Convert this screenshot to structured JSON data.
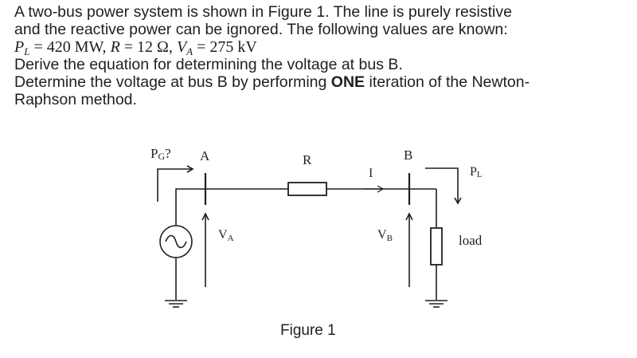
{
  "problem": {
    "line1": "A two-bus power system is shown in Figure 1. The line is purely resistive",
    "line2": "and the reactive power can be ignored. The following values are known:",
    "values": {
      "pl_symbol": "P",
      "pl_sub": "L",
      "pl_value": "= 420 MW,",
      "r_symbol": "R",
      "r_value": "= 12 Ω,",
      "va_symbol": "V",
      "va_sub": "A",
      "va_value": "= 275 kV"
    },
    "line4": "Derive the equation for determining the voltage at bus B.",
    "line5_start": "Determine the voltage at bus B by performing ",
    "line5_bold": "ONE",
    "line5_end": " iteration of the Newton-",
    "line6": "Raphson method."
  },
  "figure": {
    "pg_label": "P",
    "pg_sub": "G",
    "pg_suffix": "?",
    "bus_a": "A",
    "bus_b": "B",
    "resistor_label": "R",
    "current_label": "I",
    "pl_label": "P",
    "pl_sub": "L",
    "va_label": "V",
    "va_sub": "A",
    "vb_label": "V",
    "vb_sub": "B",
    "load_label": "load",
    "caption": "Figure 1"
  },
  "colors": {
    "ink": "#1f1f1f",
    "background": "#ffffff"
  }
}
